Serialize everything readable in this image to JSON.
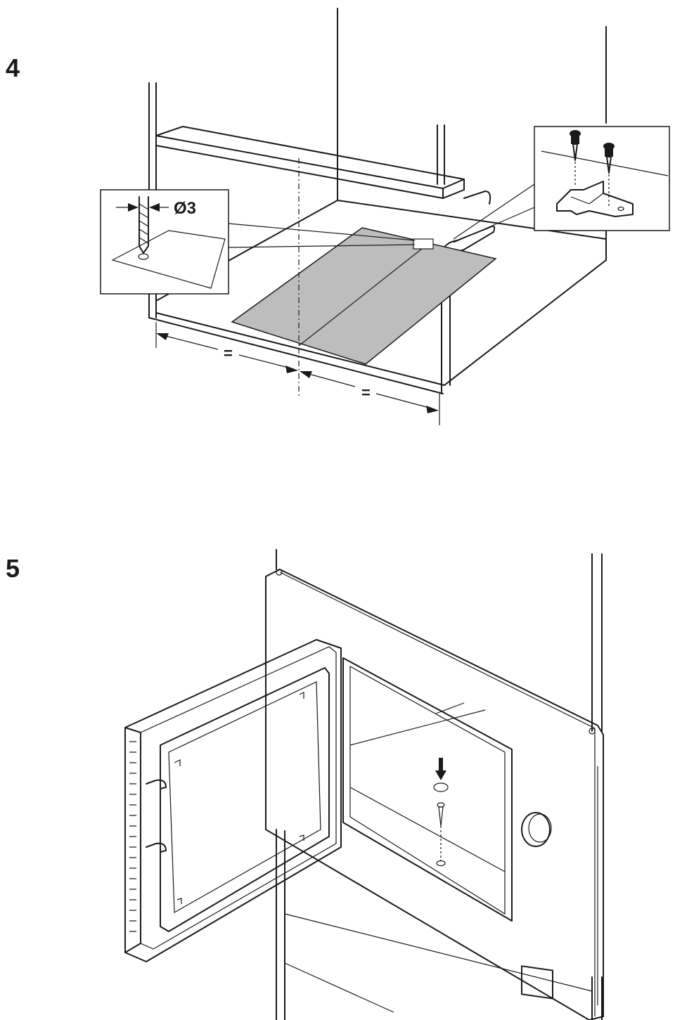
{
  "steps": [
    {
      "number": "4",
      "drill_label": "Ø3",
      "dim_left": "=",
      "dim_right": "="
    },
    {
      "number": "5"
    }
  ]
}
